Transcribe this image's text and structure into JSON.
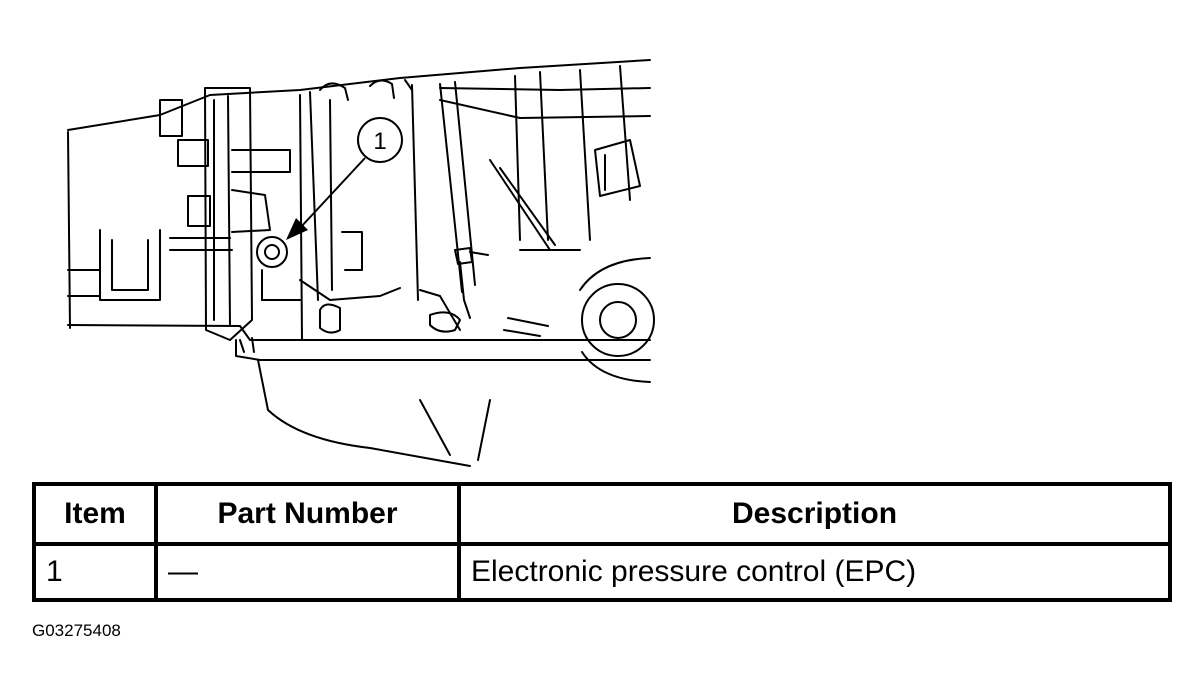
{
  "figure": {
    "callouts": [
      {
        "number": "1"
      }
    ],
    "figure_id": "G03275408"
  },
  "table": {
    "headers": {
      "item": "Item",
      "part_number": "Part Number",
      "description": "Description"
    },
    "rows": [
      {
        "item": "1",
        "part_number": "—",
        "description": "Electronic pressure control (EPC)"
      }
    ]
  }
}
